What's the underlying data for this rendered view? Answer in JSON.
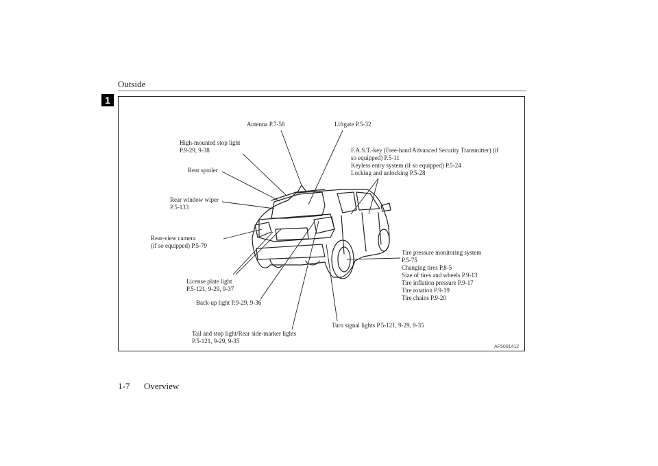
{
  "header": {
    "section_title": "Outside",
    "chapter_tab": "1"
  },
  "figure": {
    "figure_id": "AF5001412",
    "callouts": {
      "antenna": "Antenna P.7-58",
      "liftgate": "Liftgate P.5-32",
      "high_mounted_stop_light": [
        "High-mounted stop light",
        "P.9-29, 9-38"
      ],
      "rear_spoiler": "Rear spoiler",
      "rear_window_wiper": [
        "Rear window wiper",
        "P.5-133"
      ],
      "rear_view_camera": [
        "Rear-view camera",
        "(if so equipped) P.5-79"
      ],
      "license_plate_light": [
        "License plate light",
        "P.5-121, 9-29, 9-37"
      ],
      "back_up_light": "Back-up light P.9-29, 9-36",
      "tail_stop_light": [
        "Tail and stop light/Rear side-marker lights",
        "P.5-121, 9-29, 9-35"
      ],
      "turn_signal_lights": "Turn signal lights P.5-121, 9-29, 9-35",
      "fast_key": [
        "F.A.S.T.-key (Free-hand Advanced Security Transmitter) (if",
        "so equipped) P.5-11",
        "Keyless entry system (if so equipped) P.5-24",
        "Locking and unlocking P.5-28"
      ],
      "tire_pressure": [
        "Tire pressure monitoring system",
        "P.5-75",
        "Changing tires P.8-5",
        "Size of tires and wheels P.9-13",
        "Tire inflation pressure P.9-17",
        "Tire rotation P.9-19",
        "Tire chains P.9-20"
      ]
    }
  },
  "footer": {
    "page_number": "1-7",
    "chapter_title": "Overview"
  }
}
